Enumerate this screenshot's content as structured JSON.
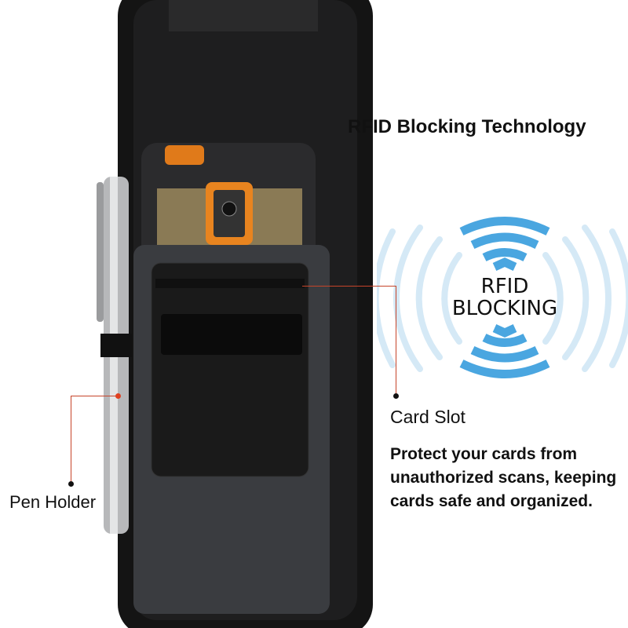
{
  "heading": "RFID Blocking Technology",
  "badge": {
    "line1": "RFID",
    "line2": "BLOCKING"
  },
  "card_slot": {
    "label": "Card Slot",
    "description": "Protect your cards from unauthorized scans, keeping cards safe and organized."
  },
  "pen_holder": {
    "label": "Pen Holder"
  },
  "colors": {
    "accent_blue": "#4aa6e0",
    "light_blue": "#d5e9f6",
    "callout_line": "#c6442a",
    "holster": "#141414",
    "pocket": "#3a3c40"
  }
}
